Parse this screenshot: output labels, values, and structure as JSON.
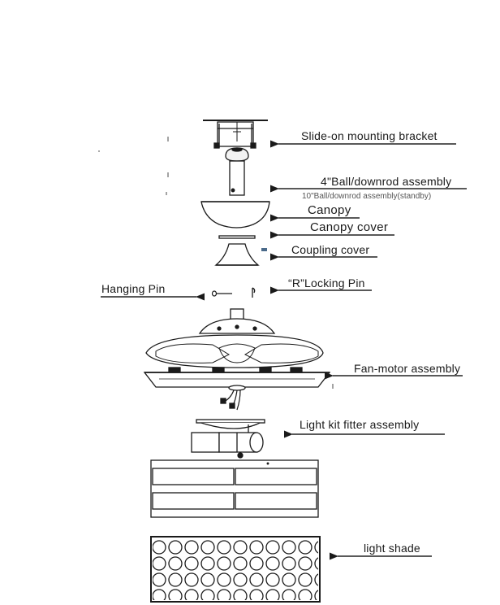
{
  "labels": {
    "bracket": "Slide-on mounting bracket",
    "downrod": "4\"Ball/downrod assembly",
    "downrod_standby": "10\"Ball/downrod assembly(standby)",
    "canopy": "Canopy",
    "canopy_cover": "Canopy cover",
    "coupling_cover": "Coupling cover",
    "locking_pin": "“R”Locking Pin",
    "hanging_pin": "Hanging Pin",
    "fan_motor": "Fan-motor assembly",
    "light_kit": "Light kit fitter assembly",
    "light_shade": "light shade"
  },
  "colors": {
    "line": "#1a1a1a",
    "leader": "#222222",
    "background": "#ffffff",
    "accent": "#4a6a8a"
  }
}
